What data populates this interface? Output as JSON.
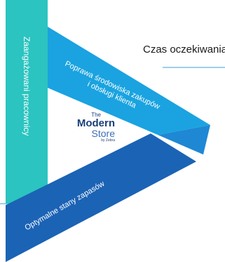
{
  "callout": {
    "text": "Czas oczekiwania"
  },
  "logo": {
    "the": "The",
    "modern": "Modern",
    "store": "Store",
    "by": "by Zebra"
  },
  "segments": {
    "left": {
      "label": "Zaangażowani pracownicy"
    },
    "top": {
      "line1": "Poprawa środowiska zakupów",
      "line2": "i obsługi klienta"
    },
    "bottom": {
      "label": "Optymalne stany zapasów"
    }
  },
  "colors": {
    "teal": "#2bc4c0",
    "sky": "#1aa3e0",
    "sky_dark": "#1e88d4",
    "navy": "#1b63b5",
    "line": "#7fbfe3"
  }
}
